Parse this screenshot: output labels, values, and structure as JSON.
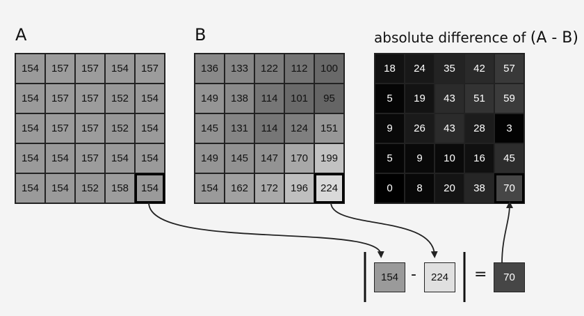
{
  "labels": {
    "a": "A",
    "b": "B",
    "diff_prefix": "absolute difference of ",
    "diff_paren": "(A - B)"
  },
  "grid_a": [
    [
      154,
      157,
      157,
      154,
      157
    ],
    [
      154,
      157,
      157,
      152,
      154
    ],
    [
      154,
      157,
      157,
      152,
      154
    ],
    [
      154,
      154,
      157,
      154,
      154
    ],
    [
      154,
      154,
      152,
      158,
      154
    ]
  ],
  "grid_b": [
    [
      136,
      133,
      122,
      112,
      100
    ],
    [
      149,
      138,
      114,
      101,
      95
    ],
    [
      145,
      131,
      114,
      124,
      151
    ],
    [
      149,
      145,
      147,
      170,
      199
    ],
    [
      154,
      162,
      172,
      196,
      224
    ]
  ],
  "grid_diff": [
    [
      18,
      24,
      35,
      42,
      57
    ],
    [
      5,
      19,
      43,
      51,
      59
    ],
    [
      9,
      26,
      43,
      28,
      3
    ],
    [
      5,
      9,
      10,
      16,
      45
    ],
    [
      0,
      8,
      20,
      38,
      70
    ]
  ],
  "highlight": {
    "row": 4,
    "col": 4
  },
  "equation": {
    "a_value": "154",
    "minus": "-",
    "b_value": "224",
    "equals": "=",
    "result": "70"
  }
}
